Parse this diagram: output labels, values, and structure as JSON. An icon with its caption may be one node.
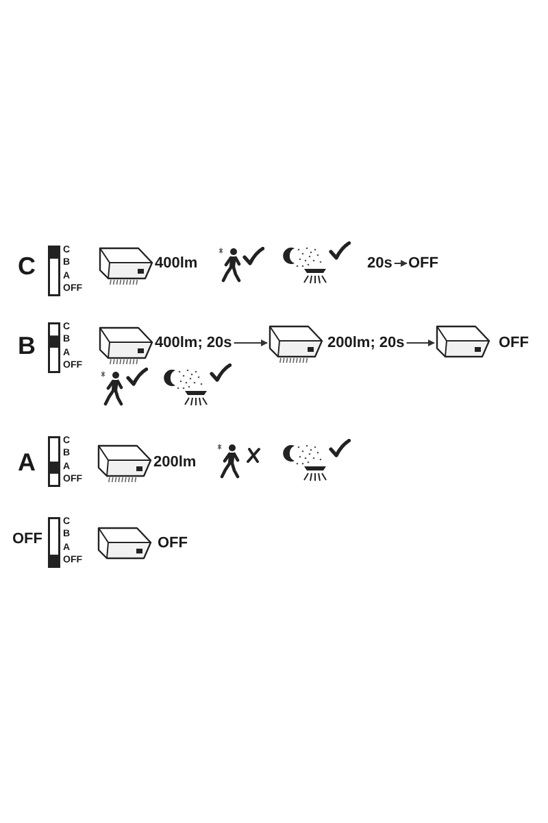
{
  "diagram": {
    "nodes": [
      {
        "text": [
          "20s"
        ]
      },
      {
        "text": [
          "OFF"
        ]
      },
      {
        "text": [
          "400lm; 20s"
        ]
      },
      {
        "text": [],
        "shape": "picture"
      },
      {
        "text": [
          "200lm; 20s"
        ]
      },
      {
        "text": [],
        "shape": "picture",
        "beside": [
          "OFF"
        ]
      }
    ],
    "edges": [
      {
        "from": 0,
        "to": 1,
        "arrow": "to"
      },
      {
        "from": 2,
        "to": 3,
        "arrow": "to"
      },
      {
        "from": 4,
        "to": 5,
        "arrow": "to"
      }
    ],
    "labels": [
      "C",
      "C",
      "B",
      "A",
      "OFF",
      "400lm",
      "B",
      "C",
      "B",
      "A",
      "OFF",
      "A",
      "C",
      "B",
      "A",
      "OFF",
      "200lm",
      "OFF",
      "C",
      "B",
      "A",
      "OFF",
      "OFF"
    ]
  }
}
